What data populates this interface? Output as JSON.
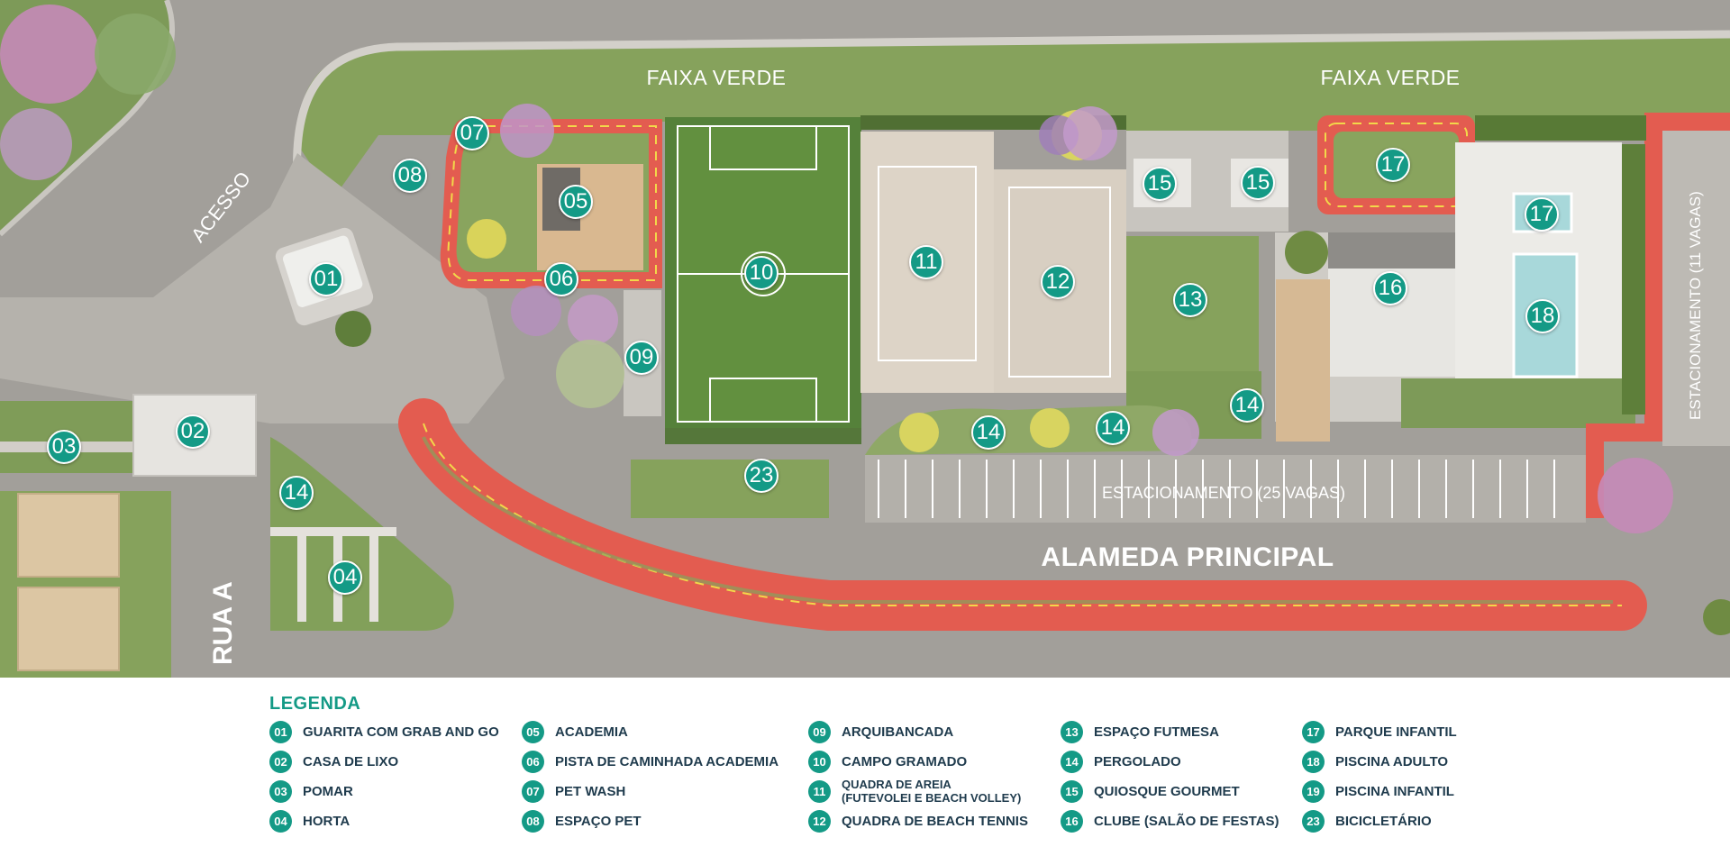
{
  "map": {
    "labels": {
      "faixa_verde_left": "FAIXA VERDE",
      "faixa_verde_right": "FAIXA VERDE",
      "acesso": "ACESSO",
      "estacionamento_25": "ESTACIONAMENTO (25 VAGAS)",
      "estacionamento_11": "ESTACIONAMENTO (11 VAGAS)",
      "alameda": "ALAMEDA PRINCIPAL",
      "rua_a": "RUA A"
    },
    "markers": [
      {
        "id": "01",
        "label": "01"
      },
      {
        "id": "02",
        "label": "02"
      },
      {
        "id": "03",
        "label": "03"
      },
      {
        "id": "04",
        "label": "04"
      },
      {
        "id": "05",
        "label": "05"
      },
      {
        "id": "06",
        "label": "06"
      },
      {
        "id": "07",
        "label": "07"
      },
      {
        "id": "08",
        "label": "08"
      },
      {
        "id": "09",
        "label": "09"
      },
      {
        "id": "10",
        "label": "10"
      },
      {
        "id": "11",
        "label": "11"
      },
      {
        "id": "12",
        "label": "12"
      },
      {
        "id": "13",
        "label": "13"
      },
      {
        "id": "14a",
        "label": "14"
      },
      {
        "id": "14b",
        "label": "14"
      },
      {
        "id": "14c",
        "label": "14"
      },
      {
        "id": "14d",
        "label": "14"
      },
      {
        "id": "15a",
        "label": "15"
      },
      {
        "id": "15b",
        "label": "15"
      },
      {
        "id": "16",
        "label": "16"
      },
      {
        "id": "17a",
        "label": "17"
      },
      {
        "id": "17b",
        "label": "17"
      },
      {
        "id": "18",
        "label": "18"
      },
      {
        "id": "23",
        "label": "23"
      }
    ],
    "colors": {
      "road": "#9f9c97",
      "grass": "#7c9a56",
      "track": "#e2574c",
      "sand": "#ddd4c7",
      "field": "#5c8a3a",
      "pool": "#a9d9dc",
      "marker": "#149a86"
    }
  },
  "legend": {
    "title": "LEGENDA",
    "items": [
      {
        "num": "01",
        "text": "GUARITA COM GRAB AND GO"
      },
      {
        "num": "02",
        "text": "CASA DE LIXO"
      },
      {
        "num": "03",
        "text": "POMAR"
      },
      {
        "num": "04",
        "text": "HORTA"
      },
      {
        "num": "05",
        "text": "ACADEMIA"
      },
      {
        "num": "06",
        "text": "PISTA DE CAMINHADA ACADEMIA"
      },
      {
        "num": "07",
        "text": "PET WASH"
      },
      {
        "num": "08",
        "text": "ESPAÇO PET"
      },
      {
        "num": "09",
        "text": "ARQUIBANCADA"
      },
      {
        "num": "10",
        "text": "CAMPO GRAMADO"
      },
      {
        "num": "11",
        "text": "QUADRA DE AREIA\n(FUTEVOLEI E BEACH VOLLEY)"
      },
      {
        "num": "12",
        "text": "QUADRA DE BEACH TENNIS"
      },
      {
        "num": "13",
        "text": "ESPAÇO FUTMESA"
      },
      {
        "num": "14",
        "text": "PERGOLADO"
      },
      {
        "num": "15",
        "text": "QUIOSQUE GOURMET"
      },
      {
        "num": "16",
        "text": "CLUBE (SALÃO DE FESTAS)"
      },
      {
        "num": "17",
        "text": "PARQUE INFANTIL"
      },
      {
        "num": "18",
        "text": "PISCINA ADULTO"
      },
      {
        "num": "19",
        "text": "PISCINA INFANTIL"
      },
      {
        "num": "23",
        "text": "BICICLETÁRIO"
      }
    ]
  }
}
